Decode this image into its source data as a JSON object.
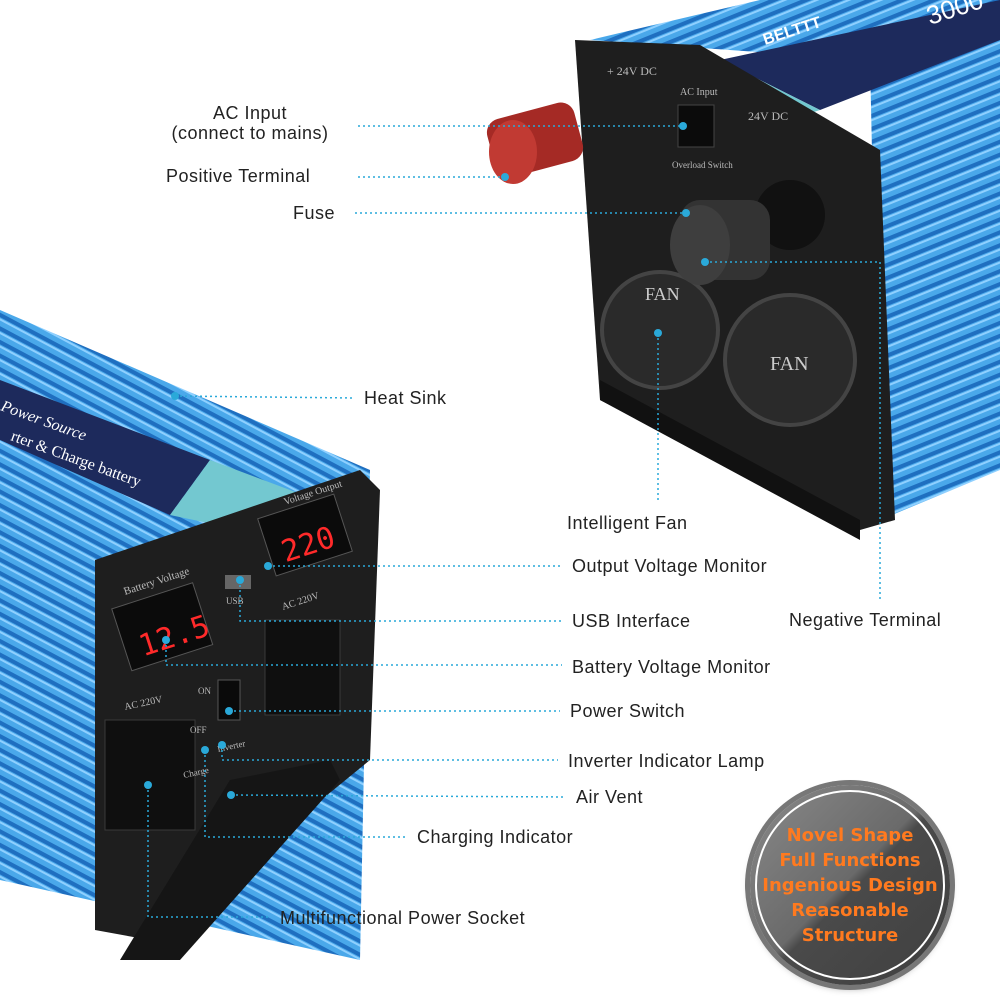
{
  "colors": {
    "callout": "#2aa9d9",
    "body_blue": "#3d9de0",
    "panel": "#1c1c1c",
    "badge_text": "#ff7a1f"
  },
  "products": {
    "top_unit": {
      "brand": "BELTTT",
      "model": "3000",
      "panel_labels": [
        "+ 24V DC",
        "AC Input",
        "24V DC",
        "Overload Switch",
        "FAN",
        "FAN"
      ]
    },
    "bottom_unit": {
      "label_line1": "Power Source",
      "label_line2": "rter & Charge battery",
      "panel_labels": [
        "Battery Voltage",
        "Voltage Output",
        "USB",
        "AC 220V",
        "AC 220V",
        "ON",
        "OFF",
        "Charge",
        "Inverter"
      ],
      "battery_display": "12.5",
      "output_display": "220"
    }
  },
  "callouts": {
    "ac_input": "AC Input\n(connect to mains)",
    "positive_terminal": "Positive Terminal",
    "fuse": "Fuse",
    "heat_sink": "Heat Sink",
    "intelligent_fan": "Intelligent Fan",
    "negative_terminal": "Negative Terminal",
    "output_voltage_monitor": "Output Voltage Monitor",
    "usb_interface": "USB Interface",
    "battery_voltage_monitor": "Battery Voltage Monitor",
    "power_switch": "Power Switch",
    "inverter_indicator_lamp": "Inverter Indicator Lamp",
    "air_vent": "Air Vent",
    "charging_indicator": "Charging Indicator",
    "multifunctional_power_socket": "Multifunctional Power Socket"
  },
  "badge": [
    "Novel Shape",
    "Full Functions",
    "Ingenious Design",
    "Reasonable",
    "Structure"
  ]
}
